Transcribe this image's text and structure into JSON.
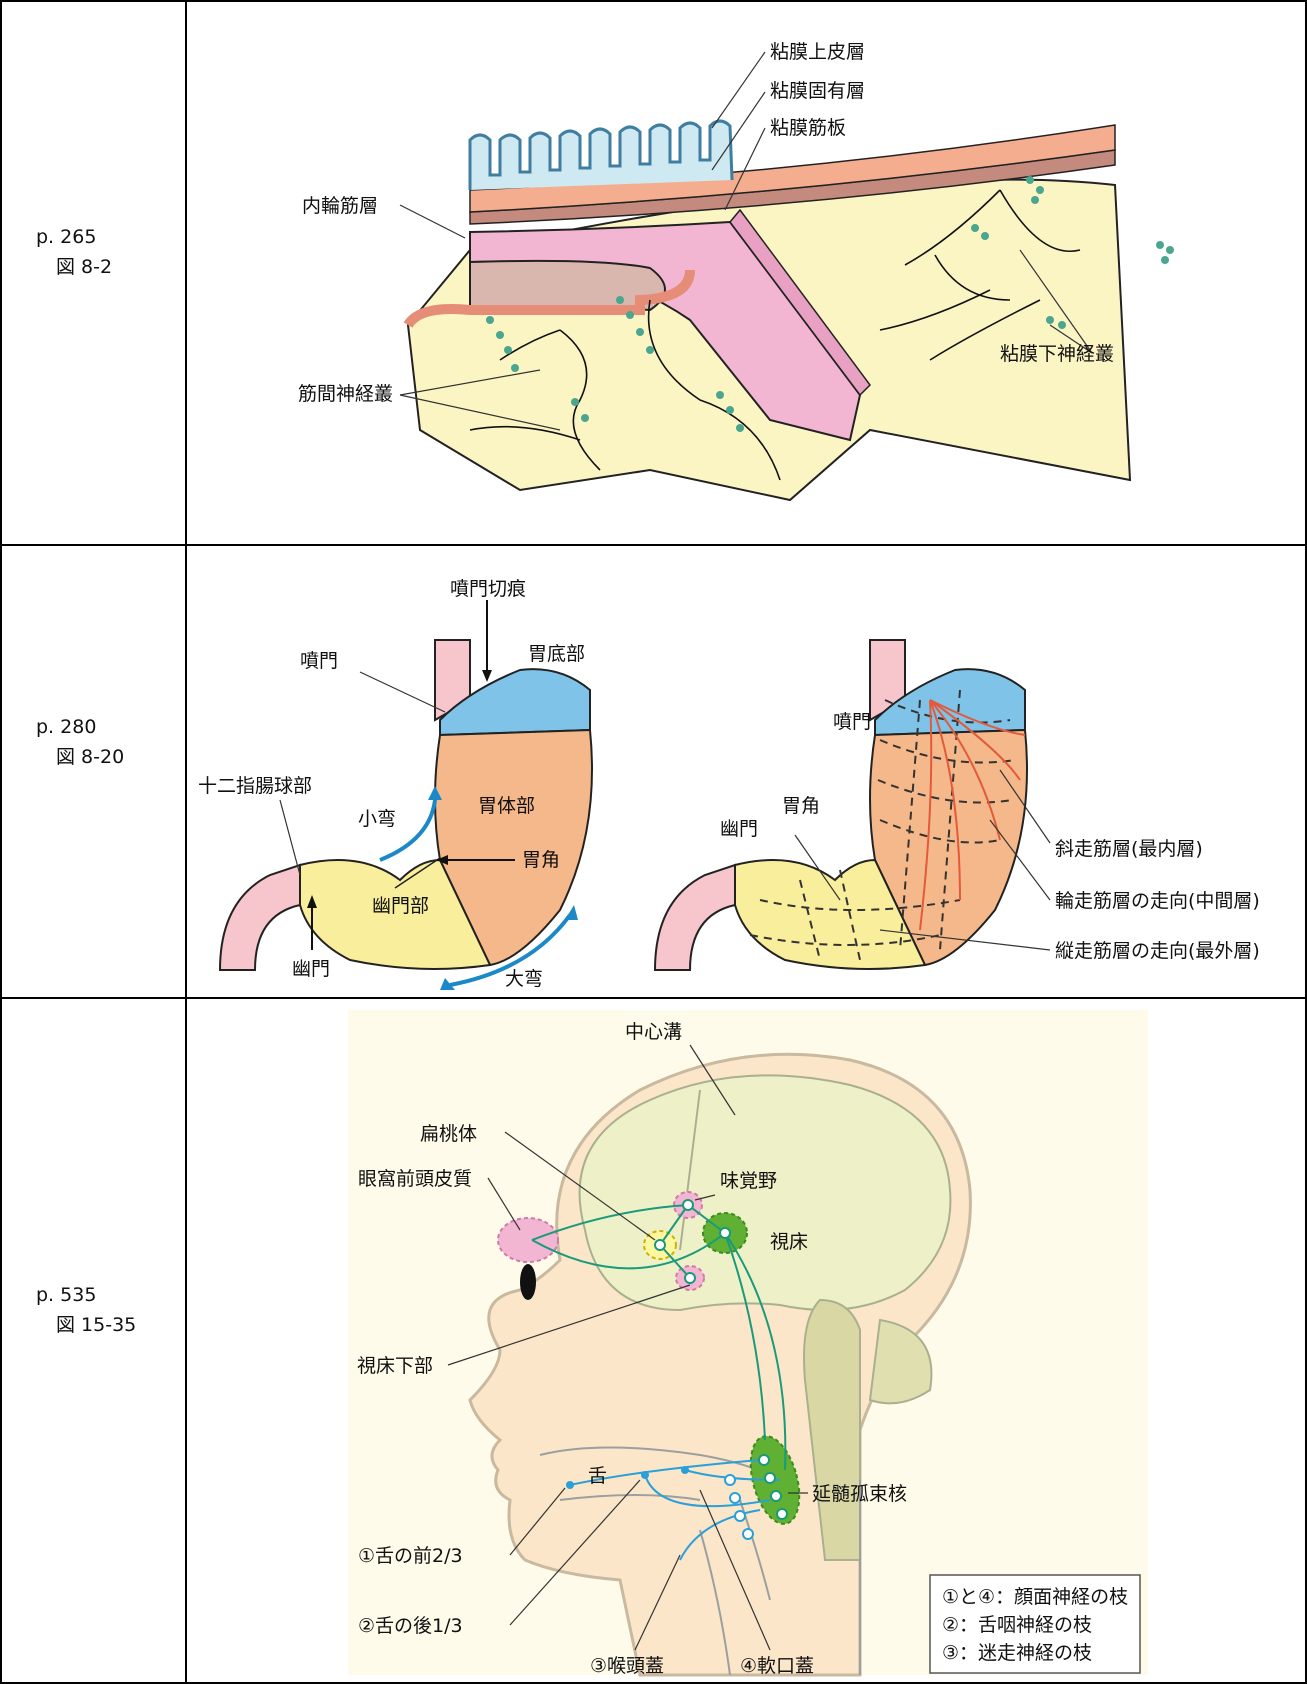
{
  "rows": [
    {
      "page": "p. 265",
      "figure": "図 8-2",
      "labels": {
        "epithelium": "粘膜上皮層",
        "lamina_propria": "粘膜固有層",
        "muscularis_mucosae": "粘膜筋板",
        "inner_circular": "内輪筋層",
        "submucosal_plexus": "粘膜下神経叢",
        "myenteric_plexus": "筋間神経叢"
      }
    },
    {
      "page": "p. 280",
      "figure": "図 8-20",
      "labels": {
        "cardiac_notch": "噴門切痕",
        "cardia": "噴門",
        "fundus": "胃底部",
        "duodenal_bulb": "十二指腸球部",
        "lesser_curvature": "小弯",
        "body": "胃体部",
        "angle": "胃角",
        "pyloric_part": "幽門部",
        "pylorus": "幽門",
        "greater_curvature": "大弯",
        "cardia_right": "噴門",
        "angle_right": "胃角",
        "pylorus_right": "幽門",
        "oblique": "斜走筋層(最内層)",
        "circular": "輪走筋層の走向(中間層)",
        "longitudinal": "縦走筋層の走向(最外層)"
      }
    },
    {
      "page": "p. 535",
      "figure": "図 15-35",
      "labels": {
        "central_sulcus": "中心溝",
        "amygdala": "扁桃体",
        "orbitofrontal": "眼窩前頭皮質",
        "gustatory_area": "味覚野",
        "thalamus": "視床",
        "hypothalamus": "視床下部",
        "tongue": "舌",
        "solitary_nucleus": "延髄孤束核",
        "tongue_anterior": "①舌の前2/3",
        "tongue_posterior": "②舌の後1/3",
        "epiglottis": "③喉頭蓋",
        "soft_palate": "④軟口蓋"
      },
      "legend": [
        "①と④：顔面神経の枝",
        "②：舌咽神経の枝",
        "③：迷走神経の枝"
      ]
    }
  ]
}
